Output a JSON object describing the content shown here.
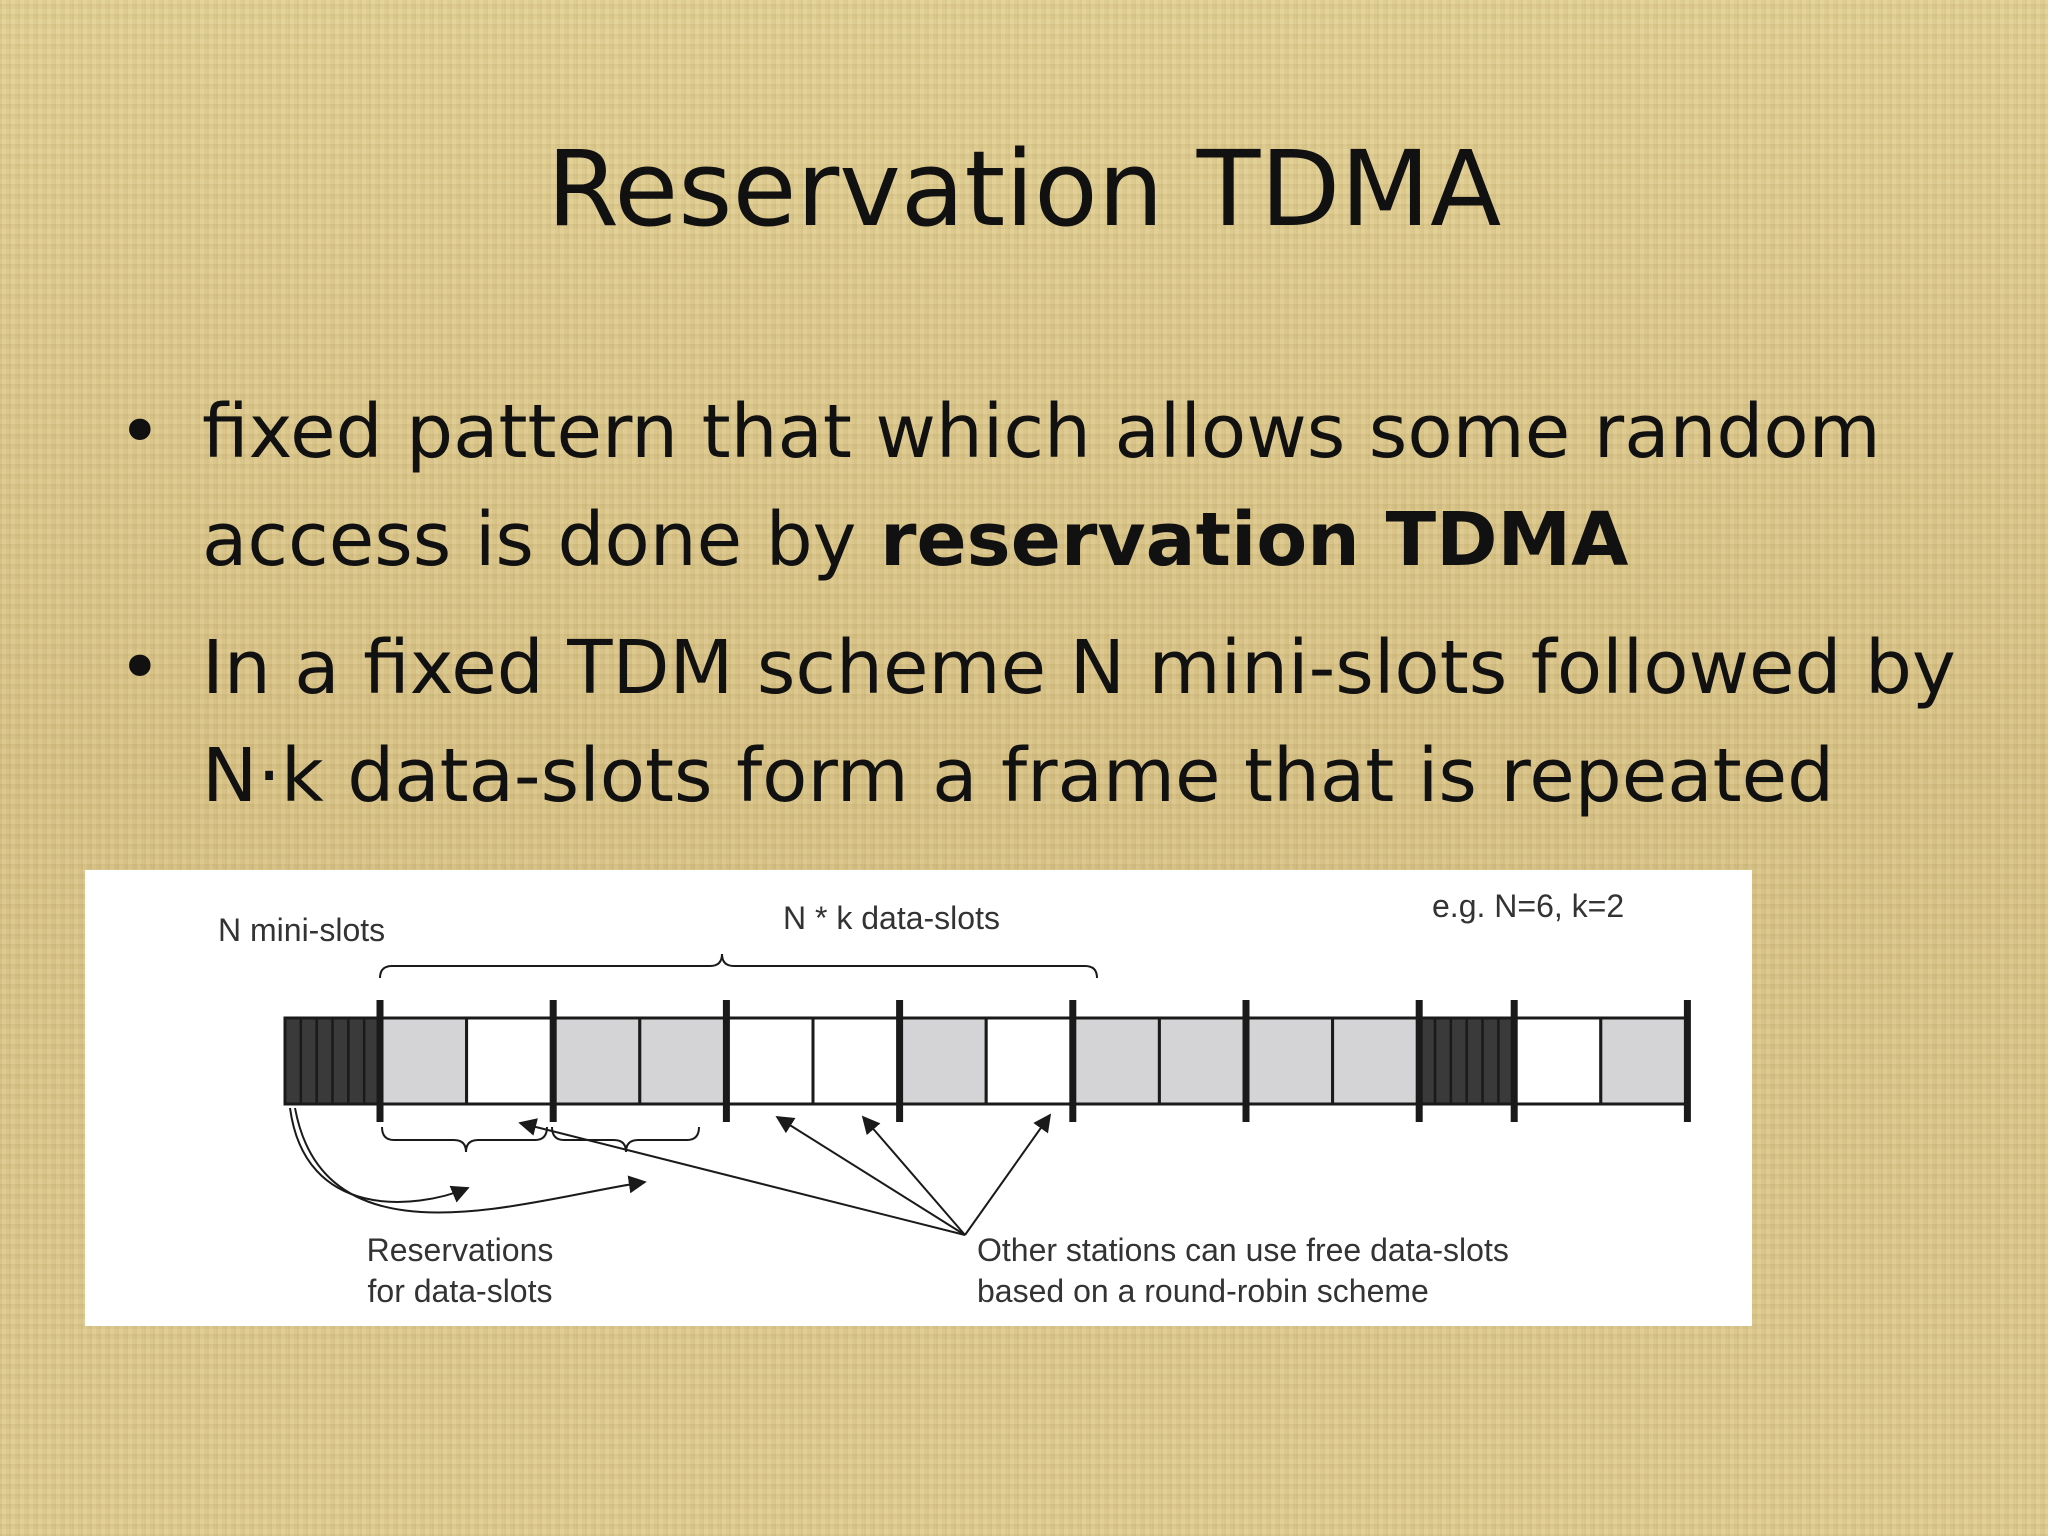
{
  "slide": {
    "title": "Reservation TDMA",
    "bullets": [
      {
        "text": "fixed pattern that which allows some random access is done by ",
        "bold": "reservation TDMA"
      },
      {
        "text": "In a fixed TDM scheme N mini-slots followed by N·k data-slots form a frame that is repeated",
        "bold": ""
      }
    ],
    "bullet_symbol": "•"
  },
  "figure": {
    "labels": {
      "mini_slots": "N mini-slots",
      "data_slots": "N * k data-slots",
      "example": "e.g. N=6, k=2",
      "reservations_line1": "Reservations",
      "reservations_line2": "for data-slots",
      "other_line1": "Other stations can use free data-slots",
      "other_line2": "based on a round-robin scheme"
    },
    "colors": {
      "reserved_slot": "#d4d4d6",
      "free_slot": "#ffffff",
      "mini_slot": "#3a3a3a",
      "line": "#1a1a1a"
    },
    "slots": [
      "reserved",
      "free",
      "reserved",
      "reserved",
      "free",
      "free",
      "reserved",
      "free",
      "reserved",
      "reserved",
      "reserved",
      "reserved"
    ],
    "next_frame_slots": [
      "free",
      "reserved"
    ]
  }
}
